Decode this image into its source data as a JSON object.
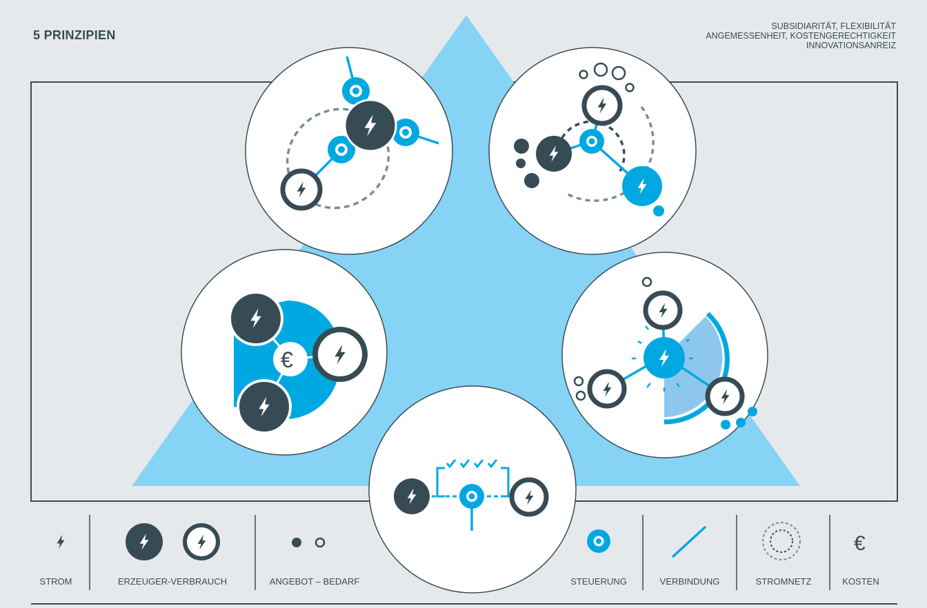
{
  "header": {
    "title": "5 PRINZIPIEN",
    "principles": [
      "SUBSIDIARITÄT, FLEXIBILITÄT",
      "ANGEMESSENHEIT, KOSTENGERECHTIGKEIT",
      "INNOVATIONSANREIZ"
    ]
  },
  "legend": {
    "strom": "STROM",
    "erzeuger": "ERZEUGER-VERBRAUCH",
    "angebot": "ANGEBOT – BEDARF",
    "steuerung": "STEUERUNG",
    "verbindung": "VERBINDUNG",
    "stromnetz": "STROMNETZ",
    "kosten": "KOSTEN"
  },
  "symbols": {
    "euro": "€"
  },
  "colors": {
    "background": "#e6e9ec",
    "dark": "#374b55",
    "blue": "#00a8e1",
    "light_blue": "#87d3f5",
    "mid_blue": "#8dc8ec",
    "grid_gray": "#7a8c96"
  }
}
